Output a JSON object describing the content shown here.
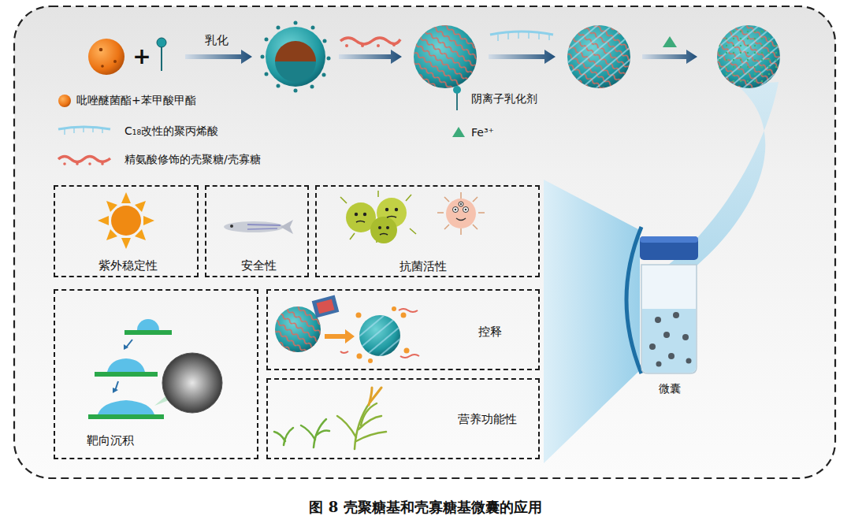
{
  "diagram": {
    "caption": "图 8 壳聚糖基和壳寡糖基微囊的应用",
    "nodes": [
      {
        "text": [
          "紫外稳定性"
        ]
      },
      {
        "text": [
          "安全性"
        ]
      },
      {
        "text": [
          "抗菌活性"
        ]
      },
      {
        "text": [
          "靶向沉积"
        ]
      },
      {
        "text": [
          "控释"
        ]
      },
      {
        "text": [
          "营养功能性"
        ]
      }
    ],
    "edges": [],
    "labels": [
      "+",
      "乳化",
      "微囊"
    ],
    "legend": [
      {
        "text": "吡唑醚菌酯+苯甲酸甲酯"
      },
      {
        "text": "阴离子乳化剂"
      },
      {
        "text": "C₁₈改性的聚丙烯酸"
      },
      {
        "text": "Fe³⁺"
      },
      {
        "text": "精氨酸修饰的壳聚糖/壳寡糖"
      }
    ]
  }
}
